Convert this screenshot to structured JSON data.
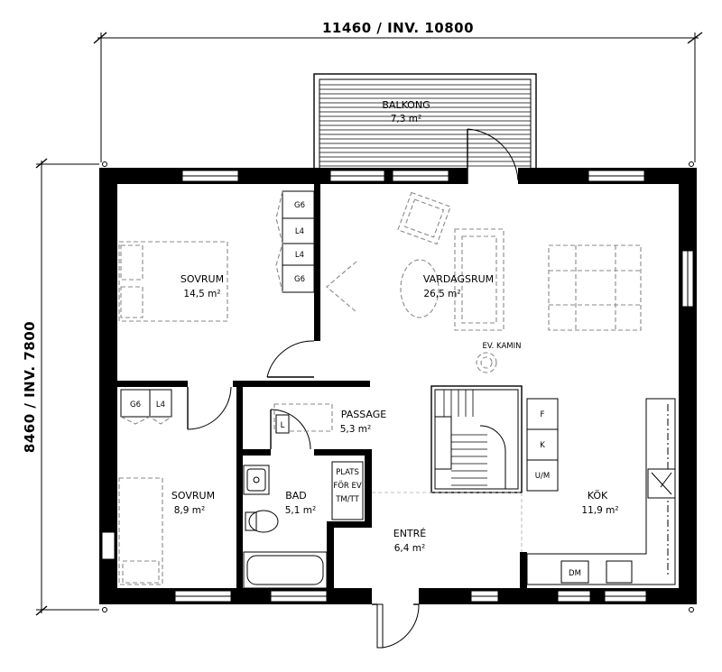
{
  "plan": {
    "dimensions": {
      "width_label": "11460 / INV. 10800",
      "height_label": "8460 / INV. 7800"
    },
    "rooms": {
      "balkong": {
        "name": "BALKONG",
        "area": "7,3 m²"
      },
      "sovrum_1": {
        "name": "SOVRUM",
        "area": "14,5 m²"
      },
      "vardagsrum": {
        "name": "VARDAGSRUM",
        "area": "26,5 m²"
      },
      "passage": {
        "name": "PASSAGE",
        "area": "5,3 m²"
      },
      "sovrum_2": {
        "name": "SOVRUM",
        "area": "8,9 m²"
      },
      "bad": {
        "name": "BAD",
        "area": "5,1 m²"
      },
      "entre": {
        "name": "ENTRÉ",
        "area": "6,4 m²"
      },
      "kok": {
        "name": "KÖK",
        "area": "11,9 m²"
      }
    },
    "labels": {
      "kamin": "EV. KAMIN",
      "plats_line1": "PLATS",
      "plats_line2": "FÖR EV",
      "plats_line3": "TM/TT",
      "wardrobe_1": [
        "G6",
        "L4",
        "L4",
        "G6"
      ],
      "wardrobe_2": [
        "G6",
        "L4"
      ],
      "linen": "L",
      "kitchen_units": [
        "F",
        "K",
        "U/M"
      ],
      "dishwasher": "DM"
    }
  }
}
